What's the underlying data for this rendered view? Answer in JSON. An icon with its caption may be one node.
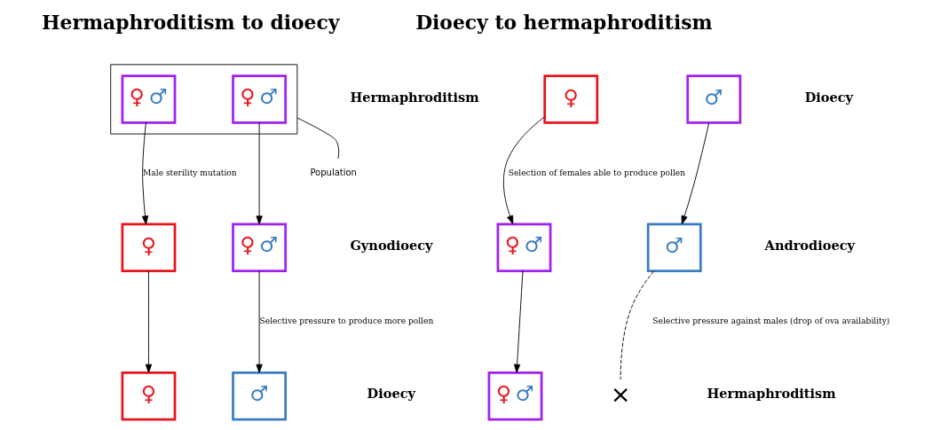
{
  "diagram": {
    "nodes": [
      {
        "text": [],
        "shape": "box"
      },
      {
        "text": [
          "♀",
          "♂"
        ],
        "in": 0
      },
      {
        "text": [
          "♀",
          "♂"
        ],
        "in": 0
      },
      {
        "text": [
          "Population"
        ]
      },
      {
        "text": [
          "♀"
        ]
      },
      {
        "text": [
          "♀",
          "♂"
        ]
      },
      {
        "text": [
          "♀"
        ]
      },
      {
        "text": [
          "♂"
        ]
      },
      {
        "text": [
          "♀"
        ]
      },
      {
        "text": [
          "♂"
        ]
      },
      {
        "text": [
          "♀",
          "♂"
        ]
      },
      {
        "text": [
          "♂"
        ]
      },
      {
        "text": [
          "♀",
          "♂"
        ]
      },
      {
        "text": [
          "×"
        ]
      }
    ],
    "edges": [
      {
        "from": 1,
        "to": 4,
        "arrow": "to",
        "label": "Male sterility mutation"
      },
      {
        "from": 2,
        "to": 5,
        "arrow": "to"
      },
      {
        "from": 3,
        "to": 0,
        "arrow": "none"
      },
      {
        "from": 4,
        "to": 6,
        "arrow": "to"
      },
      {
        "from": 5,
        "to": 7,
        "arrow": "to",
        "label": "Selective pressure to produce more pollen"
      },
      {
        "from": 8,
        "to": 10,
        "arrow": "to",
        "label": "Selection of females able to produce pollen"
      },
      {
        "from": 9,
        "to": 11,
        "arrow": "to"
      },
      {
        "from": 10,
        "to": 12,
        "arrow": "to"
      },
      {
        "from": 11,
        "to": 13,
        "arrow": "none",
        "style": "dashed"
      }
    ],
    "labels": [
      "Hermaphroditism to dioecy",
      "Dioecy to hermaphroditism",
      "Hermaphroditism",
      "Dioecy",
      "Gynodioecy",
      "Androdioecy",
      "Dioecy",
      "Hermaphroditism",
      "Selective pressure against males (drop of ova availability)"
    ]
  }
}
